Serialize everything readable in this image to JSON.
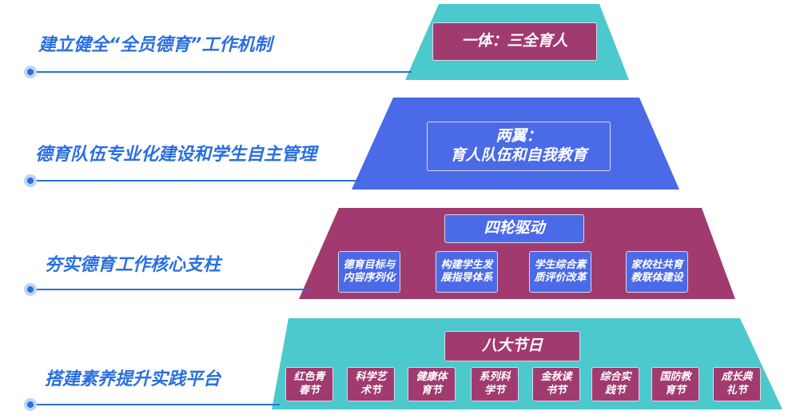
{
  "colors": {
    "teal": "#4cc9cc",
    "blue": "#4a6ae8",
    "magenta": "#a13b6f",
    "label": "#2a6fe0"
  },
  "tiers": [
    {
      "label": "建立健全“全员德育”工作机制",
      "title": "一体：三全育人"
    },
    {
      "label": "德育队伍专业化建设和学生自主管理",
      "title_line1": "两翼：",
      "title_line2": "育人队伍和自我教育"
    },
    {
      "label": "夯实德育工作核心支柱",
      "title": "四轮驱动",
      "items": [
        [
          "德育目标与",
          "内容序列化"
        ],
        [
          "构建学生发",
          "展指导体系"
        ],
        [
          "学生综合素",
          "质评价改革"
        ],
        [
          "家校社共育",
          "教联体建设"
        ]
      ]
    },
    {
      "label": "搭建素养提升实践平台",
      "title": "八大节日",
      "items": [
        [
          "红色青",
          "春节"
        ],
        [
          "科学艺",
          "术节"
        ],
        [
          "健康体",
          "育节"
        ],
        [
          "系列科",
          "学节"
        ],
        [
          "金秋读",
          "书节"
        ],
        [
          "综合实",
          "践节"
        ],
        [
          "国防教",
          "育节"
        ],
        [
          "成长典",
          "礼节"
        ]
      ]
    }
  ]
}
